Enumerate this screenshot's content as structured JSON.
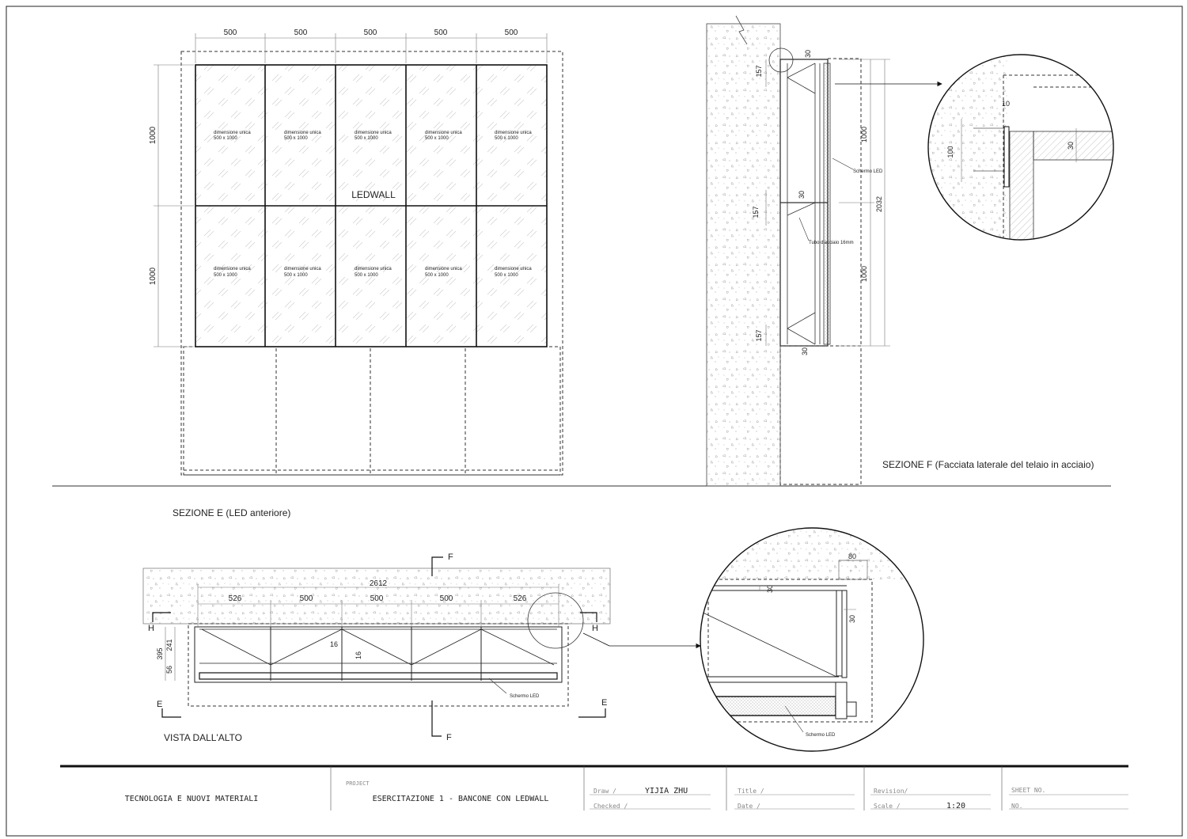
{
  "sheet": {
    "front_section": {
      "top_dims": [
        "500",
        "500",
        "500",
        "500",
        "500"
      ],
      "side_dims": [
        "1000",
        "1000"
      ],
      "panel_label_line1": "dimensione unica",
      "panel_label_line2": "500 x 1000",
      "center_label": "LEDWALL",
      "caption": "SEZIONE E (LED anteriore)"
    },
    "side_section": {
      "dims": [
        "30",
        "157",
        "1000",
        "2032",
        "30",
        "157",
        "1000",
        "157",
        "30"
      ],
      "screen_label": "Schermo LED",
      "tube_label": "Tubo d'acciaio 16mm",
      "caption": "SEZIONE F (Facciata laterale del telaio in acciaio)"
    },
    "detail_f": {
      "dims": [
        "10",
        "100",
        "30"
      ]
    },
    "top_view": {
      "overall_dim": "2612",
      "segment_dims": [
        "526",
        "500",
        "500",
        "500",
        "526"
      ],
      "left_dims": [
        "395",
        "241",
        "56"
      ],
      "tube_dims": [
        "16",
        "16"
      ],
      "screen_label": "Schermo LED",
      "section_marks": [
        "F",
        "F",
        "H",
        "H",
        "E",
        "E"
      ],
      "caption": "VISTA DALL'ALTO"
    },
    "detail_h": {
      "dims": [
        "80",
        "30",
        "30"
      ],
      "screen_label": "Schermo LED"
    }
  },
  "title_block": {
    "course": "TECNOLOGIA E NUOVI MATERIALI",
    "project_label": "PROJECT",
    "project_name": "ESERCITAZIONE 1 - BANCONE CON LEDWALL",
    "draw_label": "Draw  /",
    "draw_value": "YIJIA ZHU",
    "checked_label": "Checked /",
    "title_label": "Title /",
    "date_label": "Date  /",
    "revision_label": "Revision/",
    "scale_label": "Scale   /",
    "scale_value": "1:20",
    "sheet_label": "SHEET NO.",
    "no_label": "NO."
  }
}
